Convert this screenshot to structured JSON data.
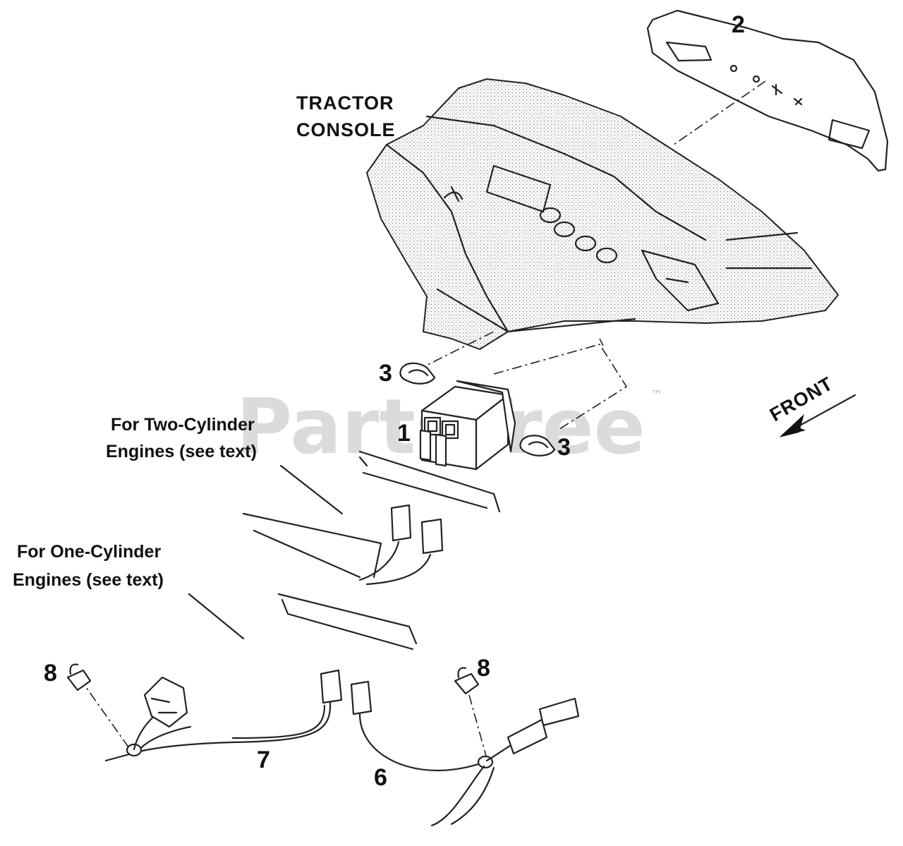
{
  "labels": {
    "tractor_console": [
      "TRACTOR",
      "CONSOLE"
    ],
    "two_cylinder": [
      "For Two-Cylinder",
      "Engines (see text)"
    ],
    "one_cylinder": [
      "For One-Cylinder",
      "Engines (see text)"
    ],
    "front": "FRONT"
  },
  "callouts": {
    "c1": "1",
    "c2": "2",
    "c3a": "3",
    "c3b": "3",
    "c6": "6",
    "c7": "7",
    "c8a": "8",
    "c8b": "8"
  },
  "watermark": {
    "text": "PartsTree",
    "trademark": "™"
  },
  "colors": {
    "ink": "#111111",
    "watermark": "#cfcfcf",
    "background": "#ffffff"
  }
}
